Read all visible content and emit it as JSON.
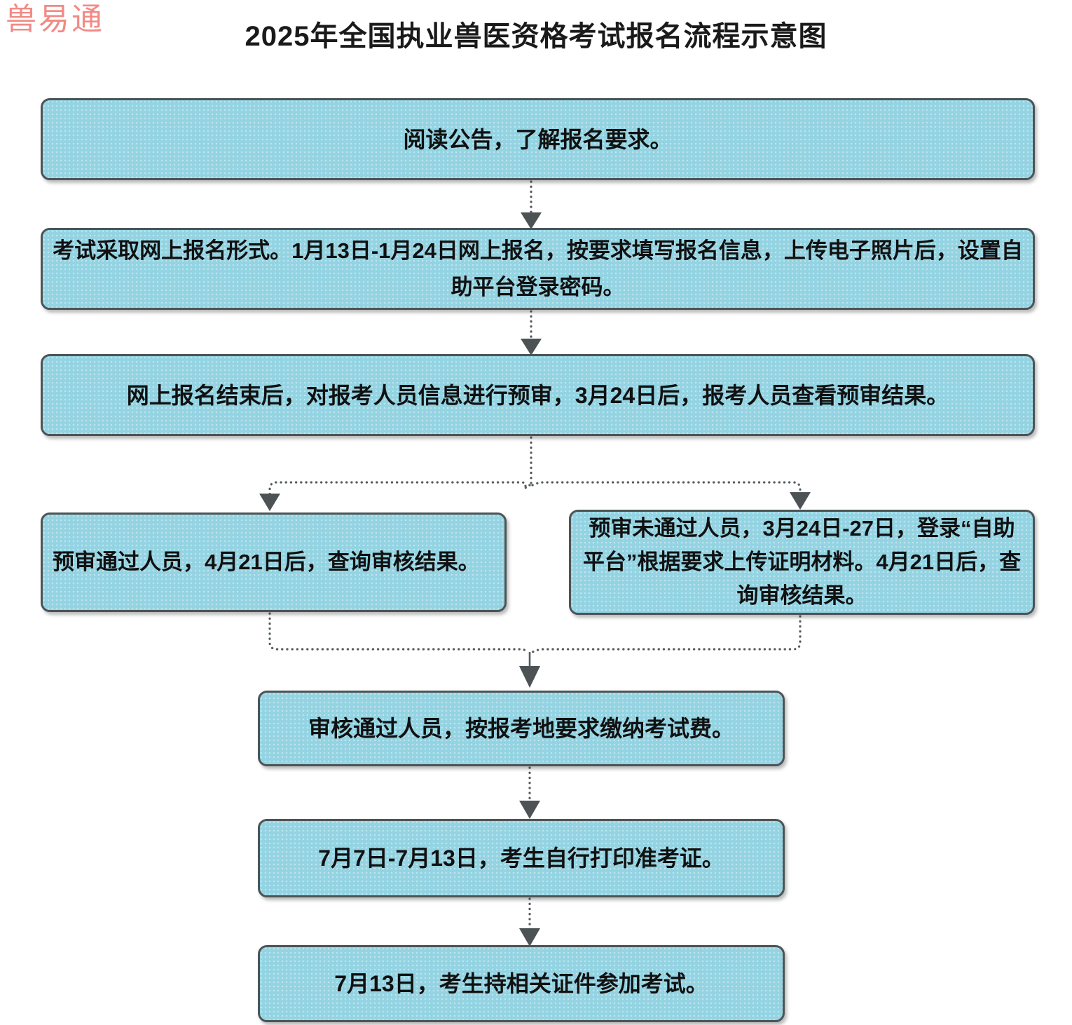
{
  "page": {
    "watermark": "兽易通",
    "title": "2025年全国执业兽医资格考试报名流程示意图",
    "background_color": "#ffffff",
    "watermark_color": "#f28a85",
    "node_fill_color": "#93d3e2",
    "node_border_color": "#4c5456",
    "connector_color": "#555b5d",
    "title_color": "#1a1a1a"
  },
  "flow": {
    "type": "flowchart",
    "nodes": [
      {
        "id": "read",
        "label": "阅读公告，了解报名要求。"
      },
      {
        "id": "online",
        "label": "考试采取网上报名形式。1月13日-1月24日网上报名，按要求填写报名信息，上传电子照片后，设置自助平台登录密码。"
      },
      {
        "id": "preaudit",
        "label": "网上报名结束后，对报考人员信息进行预审，3月24日后，报考人员查看预审结果。"
      },
      {
        "id": "pass",
        "label": "预审通过人员，4月21日后，查询审核结果。"
      },
      {
        "id": "fail",
        "label": "预审未通过人员，3月24日-27日，登录“自助平台”根据要求上传证明材料。4月21日后，查询审核结果。"
      },
      {
        "id": "fee",
        "label": "审核通过人员，按报考地要求缴纳考试费。"
      },
      {
        "id": "ticket",
        "label": "7月7日-7月13日，考生自行打印准考证。"
      },
      {
        "id": "exam",
        "label": "7月13日，考生持相关证件参加考试。"
      }
    ],
    "edges": [
      {
        "from": "read",
        "to": "online",
        "style": "dotted"
      },
      {
        "from": "online",
        "to": "preaudit",
        "style": "dotted"
      },
      {
        "from": "preaudit",
        "to": "pass",
        "style": "dotted"
      },
      {
        "from": "preaudit",
        "to": "fail",
        "style": "dotted"
      },
      {
        "from": "pass",
        "to": "fee",
        "style": "dotted-merge"
      },
      {
        "from": "fail",
        "to": "fee",
        "style": "dotted-merge"
      },
      {
        "from": "fee",
        "to": "ticket",
        "style": "dotted"
      },
      {
        "from": "ticket",
        "to": "exam",
        "style": "dotted"
      }
    ]
  }
}
